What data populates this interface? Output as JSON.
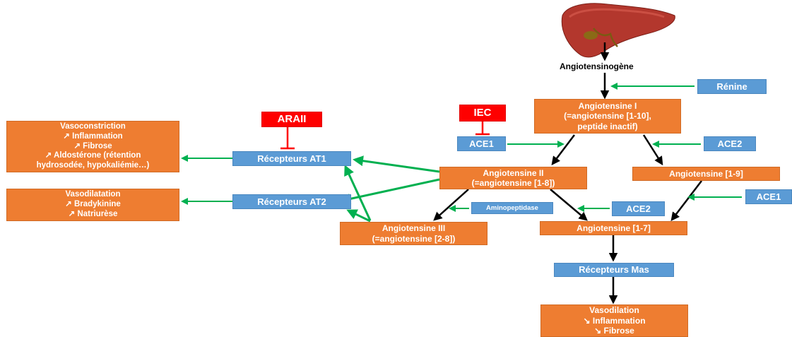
{
  "liver": {
    "icon": "liver-icon"
  },
  "angiotensinogene": "Angiotensinogène",
  "renine": "Rénine",
  "angiotensine_1": [
    "Angiotensine I",
    "(=angiotensine [1-10],",
    "peptide inactif)"
  ],
  "iec": "IEC",
  "ace1_left": "ACE1",
  "ace2_top": "ACE2",
  "angiotensine_2": [
    "Angiotensine II",
    "(=angiotensine [1-8])"
  ],
  "angiotensine_1_9": "Angiotensine [1-9]",
  "ace1_right": "ACE1",
  "aminopeptidase": "Aminopeptidase",
  "ace2_mid": "ACE2",
  "angiotensine_3": [
    "Angiotensine III",
    "(=angiotensine [2-8])"
  ],
  "angiotensine_1_7": "Angiotensine [1-7]",
  "recepteurs_mas": "Récepteurs Mas",
  "vasodilation_mas": [
    "Vasodilation",
    "↘ Inflammation",
    "↘ Fibrose"
  ],
  "araii": "ARAII",
  "recepteurs_at1": "Récepteurs AT1",
  "recepteurs_at2": "Récepteurs AT2",
  "effects_at1": [
    "Vasoconstriction",
    "↗ Inflammation",
    "↗ Fibrose",
    "↗ Aldostérone (rétention",
    "hydrosodée, hypokaliémie…)"
  ],
  "effects_at2": [
    "Vasodilatation",
    "↗ Bradykinine",
    "↗ Natriurèse"
  ],
  "colors": {
    "orange": "#ee7d31",
    "blue": "#5b9bd5",
    "red": "#fe0000",
    "green_arrow": "#00b050",
    "black_arrow": "#000000"
  }
}
